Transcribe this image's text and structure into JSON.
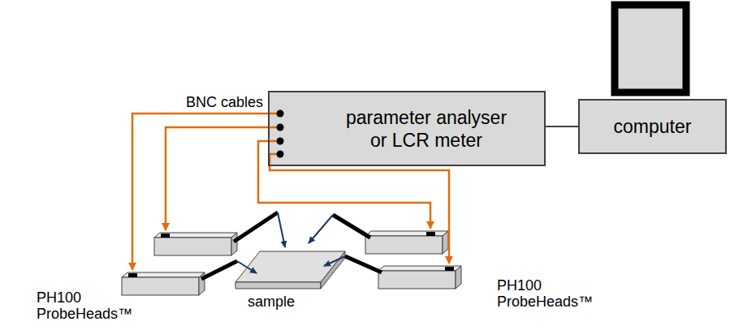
{
  "diagram": {
    "nodes": [
      {
        "text": [
          "parameter analyser or LCR meter"
        ]
      },
      {
        "text": [
          "computer"
        ]
      }
    ],
    "edges": [
      {
        "from": 0,
        "to": 1,
        "arrow": "none"
      }
    ],
    "labels": [
      "BNC cables",
      "sample",
      "PH100 ProbeHeads™",
      "PH100 ProbeHeads™"
    ]
  }
}
